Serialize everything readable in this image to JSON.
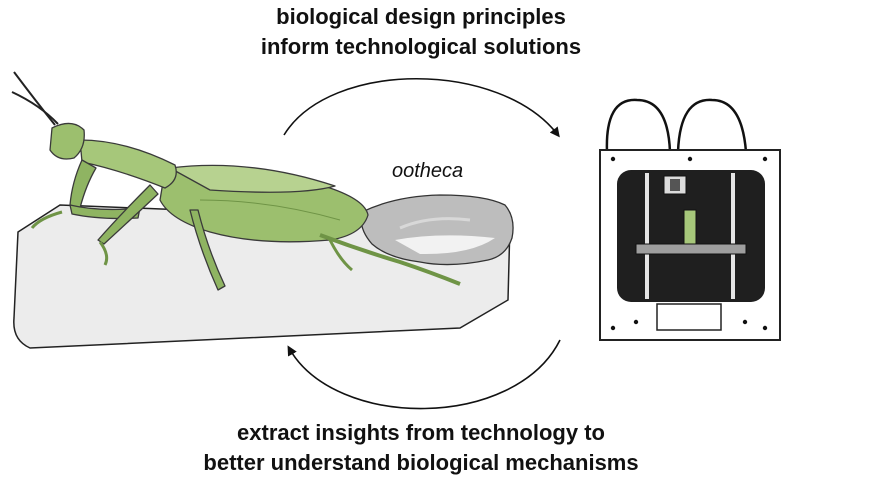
{
  "top_caption": {
    "line1": "biological design principles",
    "line2": "inform technological solutions"
  },
  "bottom_caption": {
    "line1": "extract insights from technology to",
    "line2": "better understand biological mechanisms"
  },
  "ootheca_label": "ootheca",
  "colors": {
    "mantis_green": "#9cbf6e",
    "mantis_dark": "#6f9446",
    "printer_frame": "#1f1f1f",
    "print_object": "#a6c77a",
    "ootheca_gray": "#bdbdbd"
  }
}
